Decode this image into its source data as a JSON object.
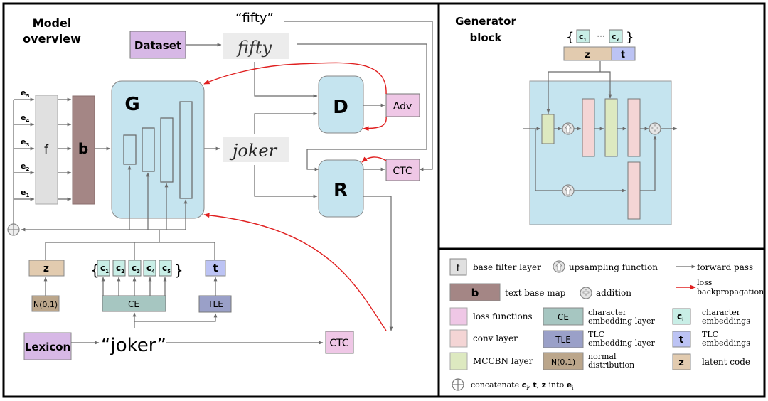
{
  "panels": {
    "model_overview": {
      "title_line1": "Model",
      "title_line2": "overview"
    },
    "generator_block": {
      "title_line1": "Generator",
      "title_line2": "block"
    }
  },
  "model": {
    "dataset": "Dataset",
    "real_label": "“fifty”",
    "real_image_text": "fifty",
    "fake_image_text": "joker",
    "G": "G",
    "D": "D",
    "R": "R",
    "adv": "Adv",
    "ctc_top": "CTC",
    "ctc_bottom": "CTC",
    "f": "f",
    "b": "b",
    "e_inputs": [
      {
        "base": "e",
        "sub": "5"
      },
      {
        "base": "e",
        "sub": "4"
      },
      {
        "base": "e",
        "sub": "3"
      },
      {
        "base": "e",
        "sub": "2"
      },
      {
        "base": "e",
        "sub": "1"
      }
    ],
    "z": "z",
    "t": "t",
    "char_embeddings": [
      {
        "base": "c",
        "sub": "1"
      },
      {
        "base": "c",
        "sub": "2"
      },
      {
        "base": "c",
        "sub": "3"
      },
      {
        "base": "c",
        "sub": "4"
      },
      {
        "base": "c",
        "sub": "5"
      }
    ],
    "brace_open": "{",
    "brace_close": "}",
    "normal": "N(0,1)",
    "ce": "CE",
    "tle": "TLE",
    "lexicon": "Lexicon",
    "word": "“joker”"
  },
  "generator": {
    "c_first": {
      "base": "c",
      "sub": "1"
    },
    "c_last": {
      "base": "c",
      "sub": "k"
    },
    "ellipsis": "···",
    "brace_open": "{",
    "brace_close": "}",
    "z": "z",
    "t": "t"
  },
  "legend": {
    "items": [
      {
        "key": "f",
        "label": "base filter layer"
      },
      {
        "key": "upsampling",
        "label": "upsampling function"
      },
      {
        "key": "forward",
        "label": "forward pass"
      },
      {
        "key": "b",
        "label": "text base map"
      },
      {
        "key": "addition",
        "label": "addition"
      },
      {
        "key": "loss_bp",
        "label_line1": "loss",
        "label_line2": "backpropagation"
      },
      {
        "key": "loss_fn",
        "label": "loss functions"
      },
      {
        "key": "CE",
        "label_line1": "character",
        "label_line2": "embedding layer"
      },
      {
        "key": "c_i",
        "label_line1": "character",
        "label_line2": "embeddings"
      },
      {
        "key": "conv",
        "label": "conv layer"
      },
      {
        "key": "TLE",
        "label_line1": "TLC",
        "label_line2": "embedding layer"
      },
      {
        "key": "t",
        "label_line1": "TLC",
        "label_line2": "embeddings"
      },
      {
        "key": "mccbn",
        "label": "MCCBN layer"
      },
      {
        "key": "N(0,1)",
        "label_line1": "normal",
        "label_line2": "distribution"
      },
      {
        "key": "z",
        "label": "latent code"
      }
    ],
    "concat": {
      "prefix": "concatenate ",
      "c": "c",
      "c_sub": "i",
      "sep1": ", ",
      "t": "t",
      "sep2": ", ",
      "z": "z",
      "mid": " into ",
      "e": "e",
      "e_sub": "i"
    },
    "f_key": "f",
    "b_key": "b",
    "ce_key": "CE",
    "tle_key": "TLE",
    "n_key": "N(0,1)",
    "ci_key": {
      "base": "c",
      "sub": "i"
    },
    "t_key": "t",
    "z_key": "z"
  },
  "colors": {
    "node_blue": "#c5e4ef",
    "dataset_purple": "#d7b8e6",
    "loss_pink": "#efc7e6",
    "conv_pink": "#f4d5d5",
    "mccbn_green": "#dde9c0",
    "f_gray": "#e0e0e0",
    "b_brown": "#a48685",
    "z_tan": "#e2cbaf",
    "t_lavender": "#bcc3f4",
    "c_cyan": "#c8eee6",
    "ce_teal": "#a6c6c1",
    "tle_slate": "#9aa0c8",
    "normal_brown": "#bba68b",
    "loss_red": "#e02020",
    "line_gray": "#6b6b6b"
  }
}
